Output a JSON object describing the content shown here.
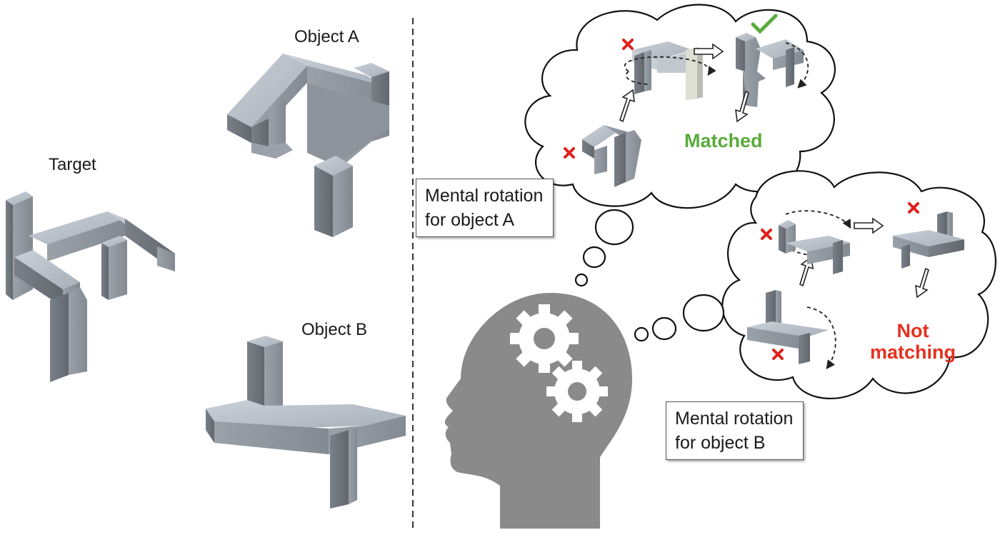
{
  "labels": {
    "target": "Target",
    "object_a": "Object A",
    "object_b": "Object B"
  },
  "callouts": {
    "a_line1": "Mental rotation",
    "a_line2": "for object A",
    "b_line1": "Mental rotation",
    "b_line2": "for object B"
  },
  "results": {
    "matched": "Matched",
    "not_line1": "Not",
    "not_line2": "matching"
  },
  "colors": {
    "matched": "#5aaa3c",
    "not_matching": "#e8301e",
    "cross": "#e0201a",
    "check": "#5aaa3c",
    "head": "#8a8a8a",
    "block_top": "#b4bcc6",
    "block_front": "#8e959d",
    "block_side": "#6f757b"
  },
  "icons": {
    "head": "head-with-gears-icon",
    "check": "check-icon",
    "cross": "cross-icon",
    "arrow": "hollow-arrow-icon"
  }
}
